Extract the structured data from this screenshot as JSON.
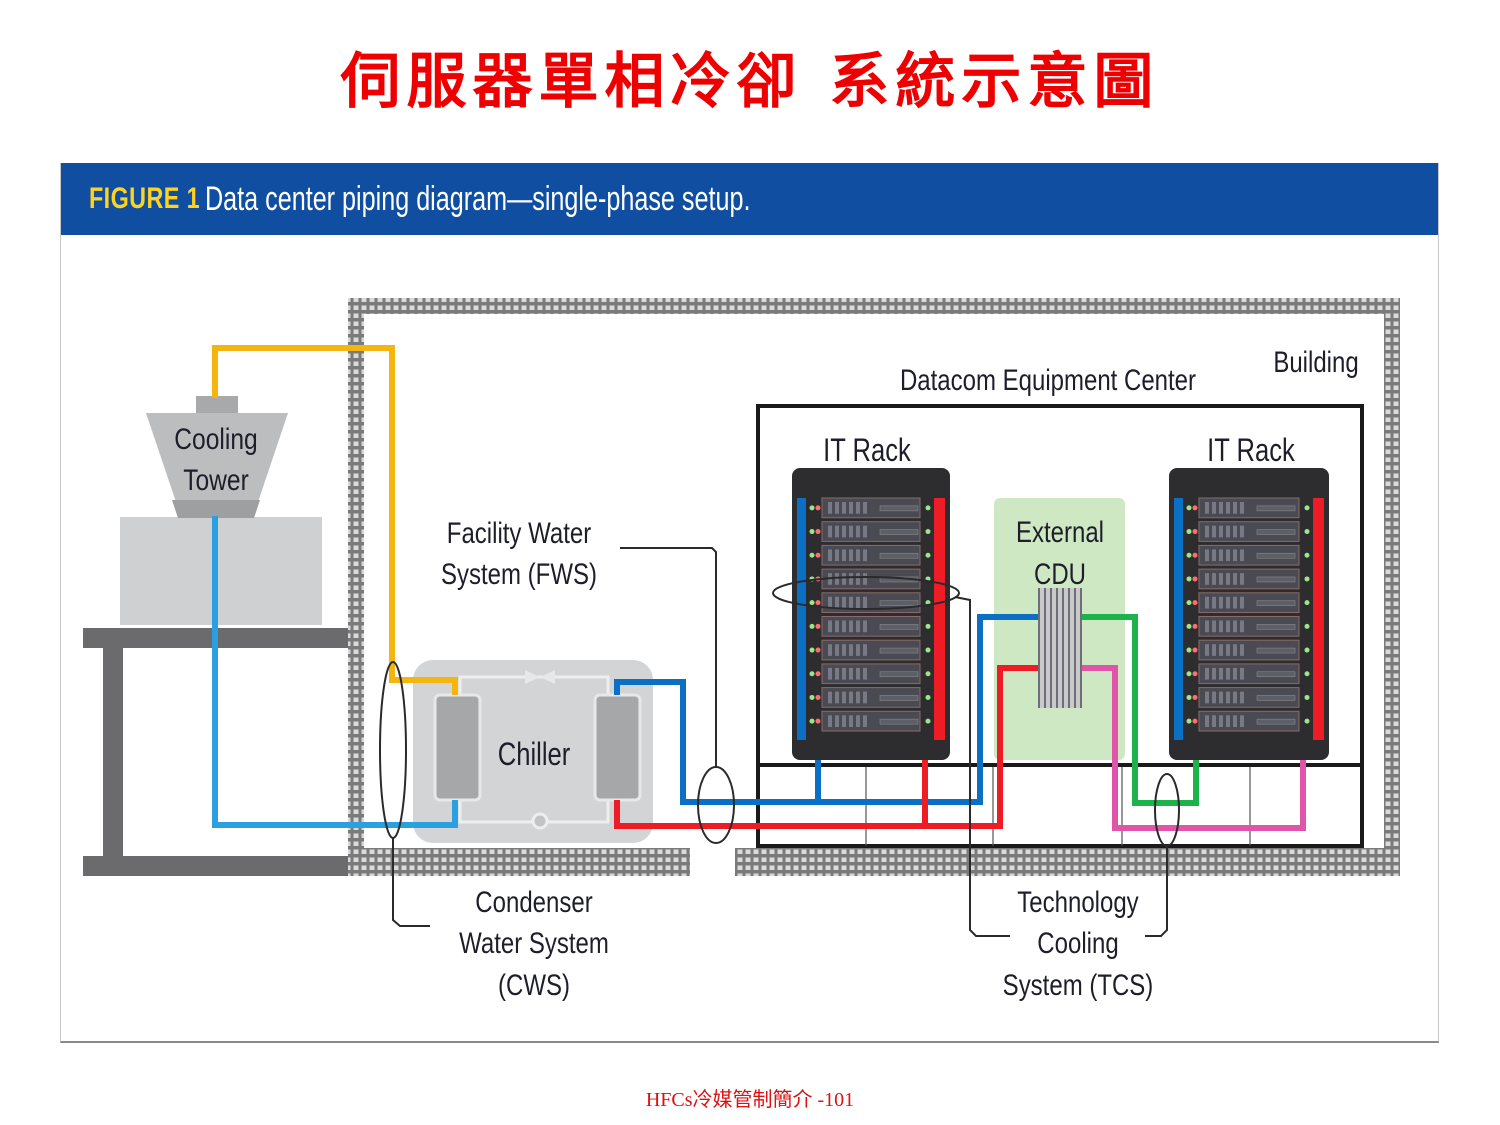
{
  "slide": {
    "title": "伺服器單相冷卻 系統示意圖",
    "footer": "HFCs冷媒管制簡介 -101"
  },
  "figure": {
    "label": "FIGURE 1",
    "caption": "Data center piping diagram—single-phase setup.",
    "header_color": "#0f4ea0",
    "label_color": "#ffd21f"
  },
  "diagram": {
    "labels": {
      "cooling_tower_line1": "Cooling",
      "cooling_tower_line2": "Tower",
      "building": "Building",
      "datacom": "Datacom Equipment Center",
      "it_rack_left": "IT Rack",
      "it_rack_right": "IT Rack",
      "cdu_line1": "External",
      "cdu_line2": "CDU",
      "chiller": "Chiller",
      "fws_line1": "Facility Water",
      "fws_line2": "System (FWS)",
      "cws_line1": "Condenser",
      "cws_line2": "Water System",
      "cws_line3": "(CWS)",
      "tcs_line1": "Technology",
      "tcs_line2": "Cooling",
      "tcs_line3": "System (TCS)"
    },
    "pipe_colors": {
      "condenser_supply": "#f5b50f",
      "condenser_return": "#2aa0e0",
      "facility_supply": "#0b6fc4",
      "facility_return": "#ee1c24",
      "tcs_supply": "#1db34a",
      "tcs_return": "#e055a8"
    },
    "servers_per_rack": 10
  }
}
